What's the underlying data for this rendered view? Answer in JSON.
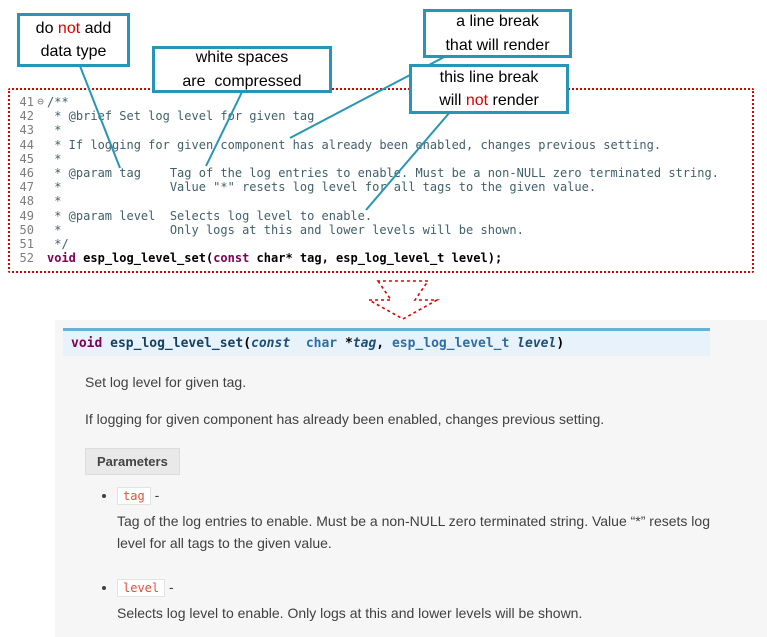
{
  "colors": {
    "callout_border": "#2795b5",
    "annotation_red": "#e10000",
    "comment_color": "#40606a",
    "keyword_color": "#7f0055",
    "sig_bg": "#e7f2fa",
    "sig_border": "#6ab0de",
    "chip_red": "#e74c3c"
  },
  "callouts": [
    {
      "id": "do-not-add-data-type",
      "lines": [
        [
          {
            "t": "do "
          },
          {
            "t": "not",
            "c": "red"
          },
          {
            "t": " add"
          }
        ],
        [
          {
            "t": "data type"
          }
        ]
      ]
    },
    {
      "id": "white-spaces-compressed",
      "lines": [
        [
          {
            "t": "white spaces"
          }
        ],
        [
          {
            "t": "are  compressed"
          }
        ]
      ]
    },
    {
      "id": "line-break-renders",
      "lines": [
        [
          {
            "t": "a line break"
          }
        ],
        [
          {
            "t": "that will render"
          }
        ]
      ]
    },
    {
      "id": "line-break-not-render",
      "lines": [
        [
          {
            "t": "this line break"
          }
        ],
        [
          {
            "t": "will "
          },
          {
            "t": "not",
            "c": "red"
          },
          {
            "t": " render"
          }
        ]
      ]
    }
  ],
  "code": {
    "lines": [
      {
        "num": "41",
        "fold": "⊖",
        "segs": [
          {
            "t": "/**",
            "c": "comment"
          }
        ]
      },
      {
        "num": "42",
        "segs": [
          {
            "t": " * @brief Set log level for given tag",
            "c": "comment"
          }
        ]
      },
      {
        "num": "43",
        "segs": [
          {
            "t": " *",
            "c": "comment"
          }
        ]
      },
      {
        "num": "44",
        "segs": [
          {
            "t": " * If logging for given component has already been enabled, changes previous setting.",
            "c": "comment"
          }
        ]
      },
      {
        "num": "45",
        "segs": [
          {
            "t": " *",
            "c": "comment"
          }
        ]
      },
      {
        "num": "46",
        "segs": [
          {
            "t": " * @param tag    Tag of the log entries to enable. Must be a non-NULL zero terminated string.",
            "c": "comment"
          }
        ]
      },
      {
        "num": "47",
        "segs": [
          {
            "t": " *               Value \"*\" resets log level for all tags to the given value.",
            "c": "comment"
          }
        ]
      },
      {
        "num": "48",
        "segs": [
          {
            "t": " *",
            "c": "comment"
          }
        ]
      },
      {
        "num": "49",
        "segs": [
          {
            "t": " * @param level  Selects log level to enable.",
            "c": "comment"
          }
        ]
      },
      {
        "num": "50",
        "segs": [
          {
            "t": " *               Only logs at this and lower levels will be shown.",
            "c": "comment"
          }
        ]
      },
      {
        "num": "51",
        "segs": [
          {
            "t": " */",
            "c": "comment"
          }
        ]
      },
      {
        "num": "52",
        "bold": true,
        "segs": [
          {
            "t": "void",
            "c": "kw"
          },
          {
            "t": " ",
            "c": "pl"
          },
          {
            "t": "esp_log_level_set",
            "c": "fn"
          },
          {
            "t": "(",
            "c": "pl"
          },
          {
            "t": "const",
            "c": "kw"
          },
          {
            "t": " char* tag, esp_log_level_t level);",
            "c": "pl"
          }
        ]
      }
    ]
  },
  "docs": {
    "signature": [
      {
        "t": "void",
        "c": "kw"
      },
      {
        "t": " ",
        "c": "pl"
      },
      {
        "t": "esp_log_level_set",
        "c": "name"
      },
      {
        "t": "(",
        "c": "pl"
      },
      {
        "t": "const",
        "c": "kwi"
      },
      {
        "t": "  ",
        "c": "pl"
      },
      {
        "t": "char",
        "c": "type"
      },
      {
        "t": " *",
        "c": "pl"
      },
      {
        "t": "tag",
        "c": "param"
      },
      {
        "t": ", ",
        "c": "pl"
      },
      {
        "t": "esp_log_level_t",
        "c": "type"
      },
      {
        "t": " ",
        "c": "pl"
      },
      {
        "t": "level",
        "c": "param"
      },
      {
        "t": ")",
        "c": "pl"
      }
    ],
    "brief": "Set log level for given tag.",
    "detail": "If logging for given component has already been enabled, changes previous setting.",
    "parameters_label": "Parameters",
    "params": [
      {
        "name": "tag",
        "sep": " -",
        "desc": "Tag of the log entries to enable. Must be a non-NULL zero terminated string. Value “*” resets log level for all tags to the given value."
      },
      {
        "name": "level",
        "sep": " -",
        "desc": "Selects log level to enable. Only logs at this and lower levels will be shown."
      }
    ]
  }
}
